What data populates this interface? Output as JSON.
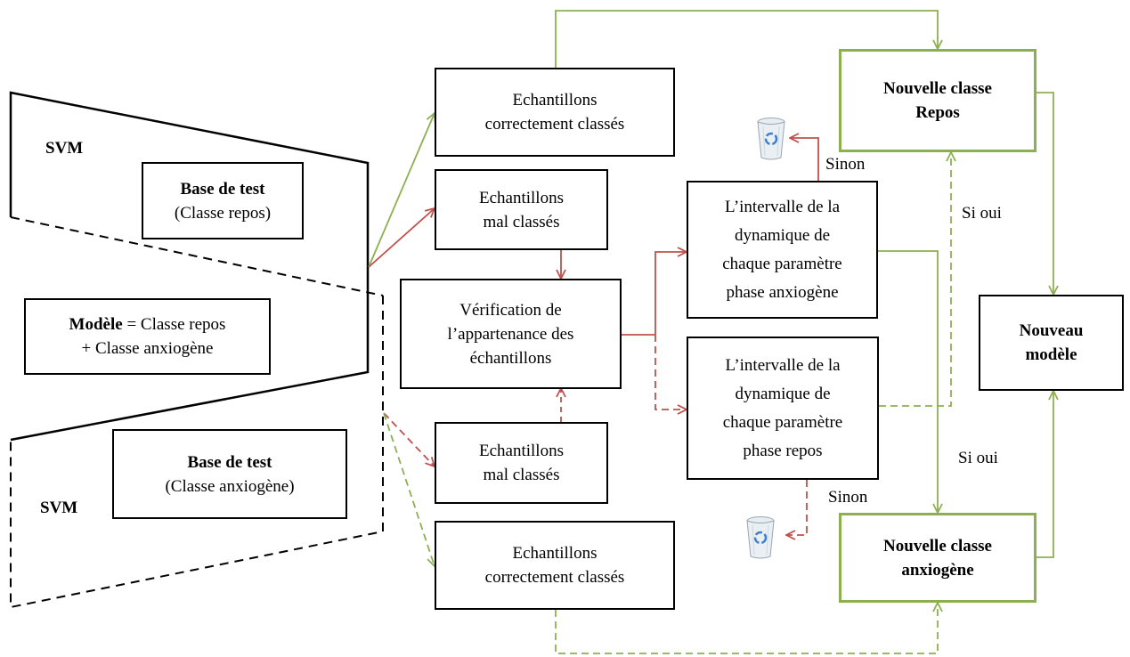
{
  "colors": {
    "green": "#8cb050",
    "red": "#c0504d",
    "black": "#000000"
  },
  "svm_top_label": "SVM",
  "svm_bottom_label": "SVM",
  "test_base_repos": {
    "title": "Base de test",
    "subtitle": "(Classe repos)"
  },
  "model": {
    "bold": "Modèle",
    "line1_rest": " = Classe repos",
    "line2": "+ Classe anxiogène"
  },
  "test_base_anxio": {
    "title": "Base de test",
    "subtitle": "(Classe anxiogène)"
  },
  "correct_top": {
    "line1": "Echantillons",
    "line2": "correctement classés"
  },
  "misclassified_top": {
    "line1": "Echantillons",
    "line2": "mal classés"
  },
  "verification": {
    "line1": "Vérification de",
    "line2": "l’appartenance des",
    "line3": "échantillons"
  },
  "misclassified_bottom": {
    "line1": "Echantillons",
    "line2": "mal classés"
  },
  "correct_bottom": {
    "line1": "Echantillons",
    "line2": "correctement classés"
  },
  "interval_anxio": {
    "line1": "L’intervalle de la",
    "line2": "dynamique de",
    "line3": "chaque paramètre",
    "line4": "phase anxiogène"
  },
  "interval_repos": {
    "line1": "L’intervalle de la",
    "line2": "dynamique de",
    "line3": "chaque paramètre",
    "line4": "phase repos"
  },
  "new_class_repos": {
    "line1": "Nouvelle classe",
    "line2": "Repos"
  },
  "new_model": {
    "line1": "Nouveau",
    "line2": "modèle"
  },
  "new_class_anxio": {
    "line1": "Nouvelle classe",
    "line2": "anxiogène"
  },
  "labels": {
    "sinon_top": "Sinon",
    "sinon_bottom": "Sinon",
    "si_oui_top": "Si oui",
    "si_oui_bottom": "Si oui"
  },
  "icons": {
    "trash_top": "recycle-bin-icon",
    "trash_bottom": "recycle-bin-icon"
  }
}
